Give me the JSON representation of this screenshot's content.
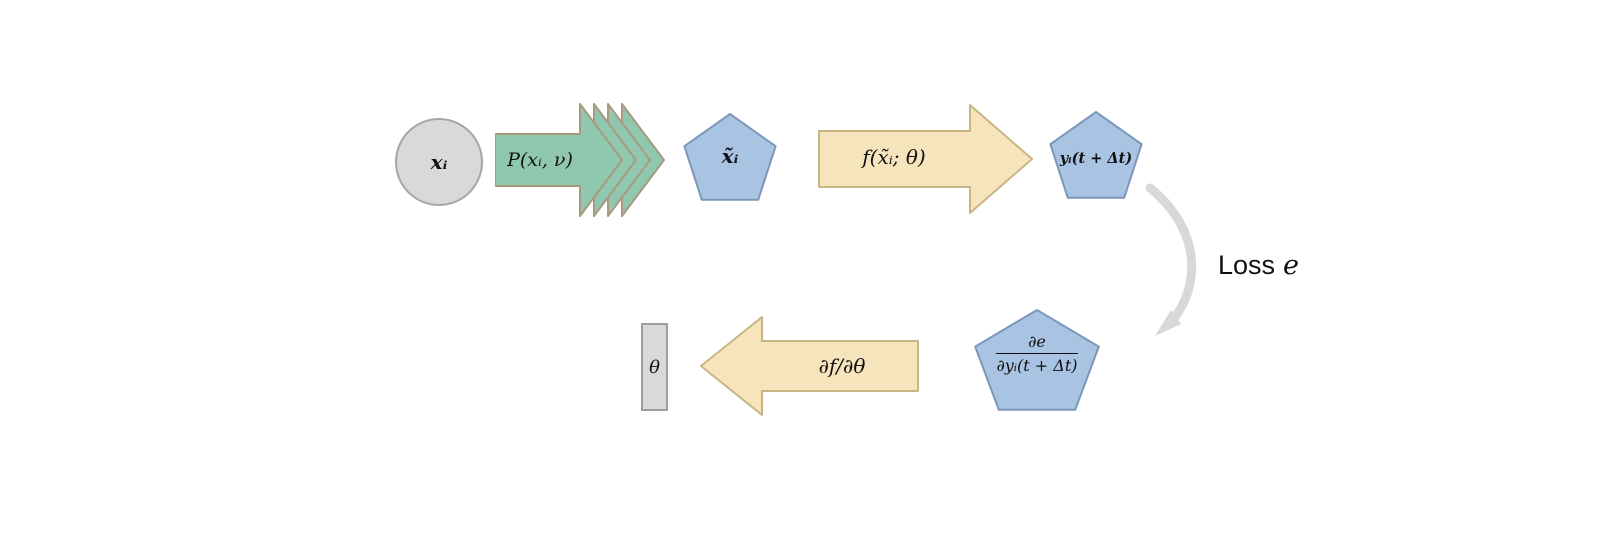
{
  "diagram": {
    "nodes": {
      "input_circle": {
        "label": "xᵢ"
      },
      "perturbation_arrow": {
        "label": "P(xᵢ, ν)"
      },
      "perturbed_pentagon": {
        "label": "x̃ᵢ"
      },
      "model_arrow": {
        "label": "f(x̃ᵢ; θ)"
      },
      "prediction_pentagon": {
        "label": "yᵢ(t + Δt)"
      },
      "loss": {
        "text": "Loss",
        "symbol": "e"
      },
      "gradient_pentagon": {
        "numerator": "∂e",
        "denominator": "∂yᵢ(t + Δt)"
      },
      "backprop_arrow": {
        "label": "∂f/∂θ"
      },
      "parameters_rect": {
        "label": "θ"
      }
    },
    "colors": {
      "circle_fill": "#d9d9d9",
      "circle_stroke": "#a6a6a6",
      "green_fill": "#8fc8af",
      "green_stroke": "#a89a7f",
      "pentagon_fill": "#a9c3e3",
      "pentagon_stroke": "#7d97ba",
      "yellow_fill": "#f6e4bc",
      "yellow_stroke": "#c9b583",
      "rect_fill": "#d9d9d9",
      "rect_stroke": "#9e9e9e",
      "curve_stroke": "#d8d8d8"
    }
  }
}
